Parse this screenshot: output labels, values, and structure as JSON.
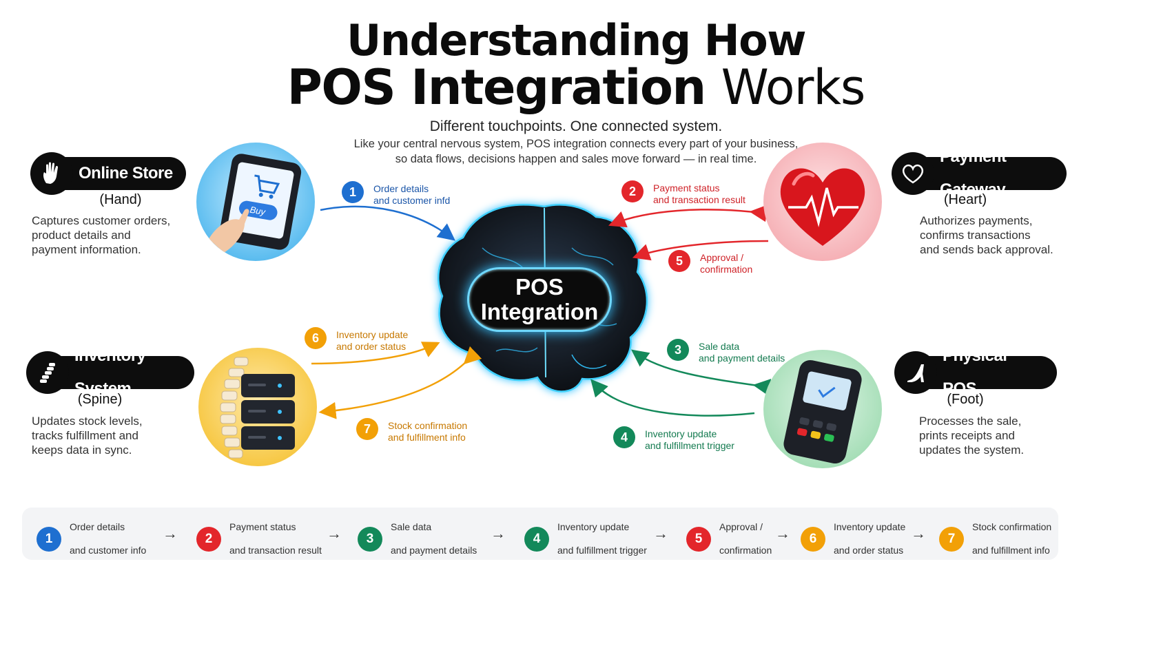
{
  "title": {
    "line1": "Understanding How",
    "line2_bold": "POS Integration",
    "line2_light": "Works"
  },
  "subtitle": "Different touchpoints. One connected system.",
  "description": [
    "Like your central nervous system, POS integration connects every part of your business,",
    "so data flows, decisions happen and sales move forward — in real time."
  ],
  "center": {
    "line1": "POS",
    "line2": "Integration"
  },
  "cards": {
    "online_store": {
      "title": "Online Store",
      "organ": "(Hand)",
      "desc": [
        "Captures customer orders,",
        "product details and",
        "payment information."
      ],
      "buy_label": "Buy"
    },
    "payment_gateway": {
      "title": "Payment Gateway",
      "organ": "(Heart)",
      "desc": [
        "Authorizes payments,",
        "confirms transactions",
        "and sends back approval."
      ]
    },
    "inventory_system": {
      "title": "Inventory System",
      "organ": "(Spine)",
      "desc": [
        "Updates stock levels,",
        "tracks fulfillment and",
        "keeps data in sync."
      ]
    },
    "physical_pos": {
      "title": "Physical POS",
      "organ": "(Foot)",
      "desc": [
        "Processes the sale,",
        "prints receipts and",
        "updates the system."
      ]
    }
  },
  "flow_steps": [
    {
      "num": "1",
      "line1": "Order details",
      "line2": "and customer infd",
      "color": "#1e6fd0"
    },
    {
      "num": "2",
      "line1": "Payment status",
      "line2": "and transaction result",
      "color": "#e3262b"
    },
    {
      "num": "3",
      "line1": "Sale data",
      "line2": "and payment details",
      "color": "#13895a"
    },
    {
      "num": "4",
      "line1": "Inventory update",
      "line2": "and fulfillment trigger",
      "color": "#13895a"
    },
    {
      "num": "5",
      "line1": "Approval /",
      "line2": "confirmation",
      "color": "#e3262b"
    },
    {
      "num": "6",
      "line1": "Inventory update",
      "line2": "and order status",
      "color": "#f2a007"
    },
    {
      "num": "7",
      "line1": "Stock confirmation",
      "line2": "and fulfillment info",
      "color": "#f2a007"
    }
  ],
  "summary_steps": [
    {
      "num": "1",
      "line1": "Order details",
      "line2": "and customer info"
    },
    {
      "num": "2",
      "line1": "Payment status",
      "line2": "and transaction result"
    },
    {
      "num": "3",
      "line1": "Sale data",
      "line2": "and payment details"
    },
    {
      "num": "4",
      "line1": "Inventory update",
      "line2": "and fulfillment trigger"
    },
    {
      "num": "5",
      "line1": "Approval /",
      "line2": "confirmation"
    },
    {
      "num": "6",
      "line1": "Inventory update",
      "line2": "and order status"
    },
    {
      "num": "7",
      "line1": "Stock confirmation",
      "line2": "and fulfillment info"
    }
  ],
  "summary_arrow": "→",
  "colors": {
    "blue": "#1e6fd0",
    "red": "#e3262b",
    "green": "#13895a",
    "orange": "#f2a007",
    "brain_glow": "#39c3ff",
    "pill_bg": "#0d0d0d"
  }
}
